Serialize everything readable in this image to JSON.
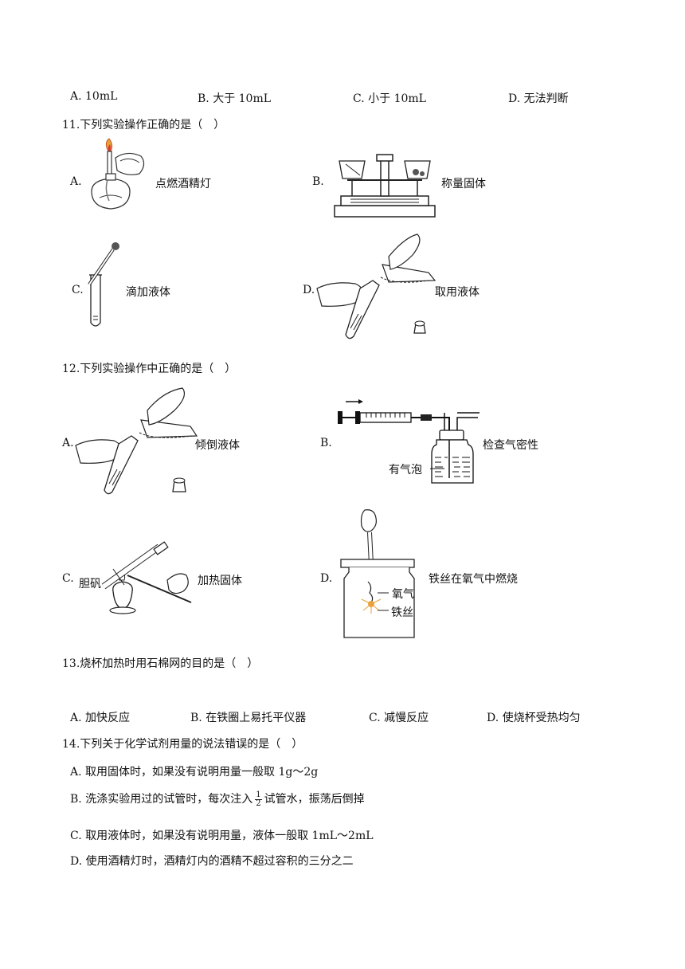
{
  "q10": {
    "options": [
      "A. 10mL",
      "B. 大于 10mL",
      "C. 小于 10mL",
      "D. 无法判断"
    ]
  },
  "q11": {
    "stem": "11.下列实验操作正确的是（　）",
    "options": [
      {
        "letter": "A.",
        "caption": "点燃酒精灯"
      },
      {
        "letter": "B.",
        "caption": "称量固体"
      },
      {
        "letter": "C.",
        "caption": "滴加液体"
      },
      {
        "letter": "D.",
        "caption": "取用液体"
      }
    ]
  },
  "q12": {
    "stem": "12.下列实验操作中正确的是（　）",
    "options": [
      {
        "letter": "A.",
        "caption": "倾倒液体"
      },
      {
        "letter": "B.",
        "caption": "检查气密性",
        "label": "有气泡"
      },
      {
        "letter": "C.",
        "caption": "加热固体",
        "label": "胆矾"
      },
      {
        "letter": "D.",
        "caption": "铁丝在氧气中燃烧",
        "label_oxygen": "氧气",
        "label_wire": "铁丝"
      }
    ]
  },
  "q13": {
    "stem": "13.烧杯加热时用石棉网的目的是（　）",
    "options": [
      "A. 加快反应",
      "B. 在铁圈上易托平仪器",
      "C. 减慢反应",
      "D. 使烧杯受热均匀"
    ]
  },
  "q14": {
    "stem": "14.下列关于化学试剂用量的说法错误的是（　）",
    "options": {
      "a": "A. 取用固体时，如果没有说明用量一般取 1g～2g",
      "b_pre": "B. 洗涤实验用过的试管时，每次注入",
      "b_num": "1",
      "b_den": "2",
      "b_post": "试管水，振荡后倒掉",
      "c": "C. 取用液体时，如果没有说明用量，液体一般取 1mL～2mL",
      "d": "D. 使用酒精灯时，酒精灯内的酒精不超过容积的三分之二"
    }
  }
}
